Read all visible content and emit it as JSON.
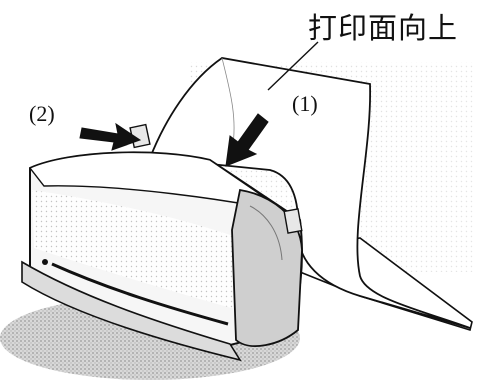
{
  "caption": "打印面向上",
  "markers": {
    "step_1": "(1)",
    "step_2": "(2)"
  },
  "icons": {
    "printer": "printer-icon",
    "paper": "paper-sheet-icon",
    "arrow_1": "arrow-down-left-icon",
    "arrow_2": "arrow-right-icon"
  },
  "colors": {
    "ink": "#111111",
    "printer_body": "#f4f4f4",
    "printer_shade": "#cfcfcf",
    "paper": "#ffffff"
  }
}
